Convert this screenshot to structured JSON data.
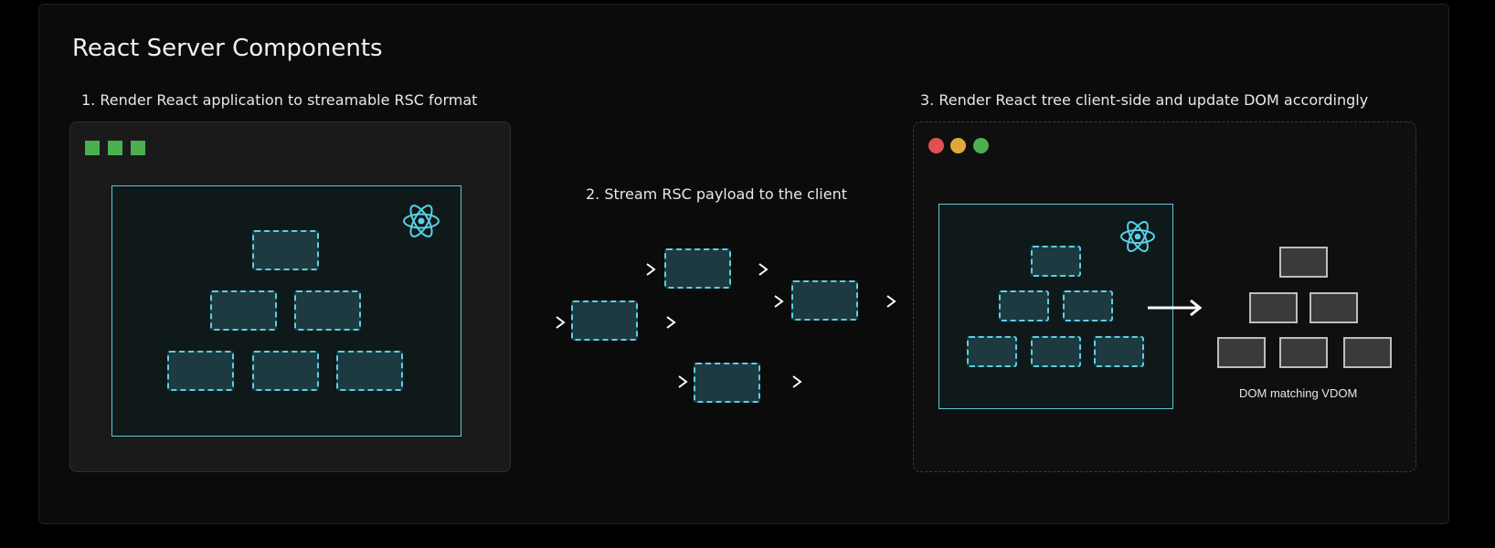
{
  "title": "React Server Components",
  "steps": {
    "step1": "1. Render React application to streamable RSC format",
    "step2": "2. Stream RSC payload to the client",
    "step3": "3. Render React tree client-side and update DOM accordingly"
  },
  "dom_caption": "DOM matching VDOM",
  "icons": {
    "react_logo": "react-atom-icon",
    "arrow": "arrow-right-icon"
  },
  "colors": {
    "background": "#000000",
    "card": "#0b0b0b",
    "server_squares": "#4caf50",
    "traffic_red": "#e05252",
    "traffic_yellow": "#e0a83a",
    "traffic_green": "#4caf50",
    "accent_cyan": "#5ad0e6",
    "node_fill": "#1d3a40",
    "dom_node_fill": "#3a3a3a",
    "dom_node_border": "#bdbdbd"
  }
}
